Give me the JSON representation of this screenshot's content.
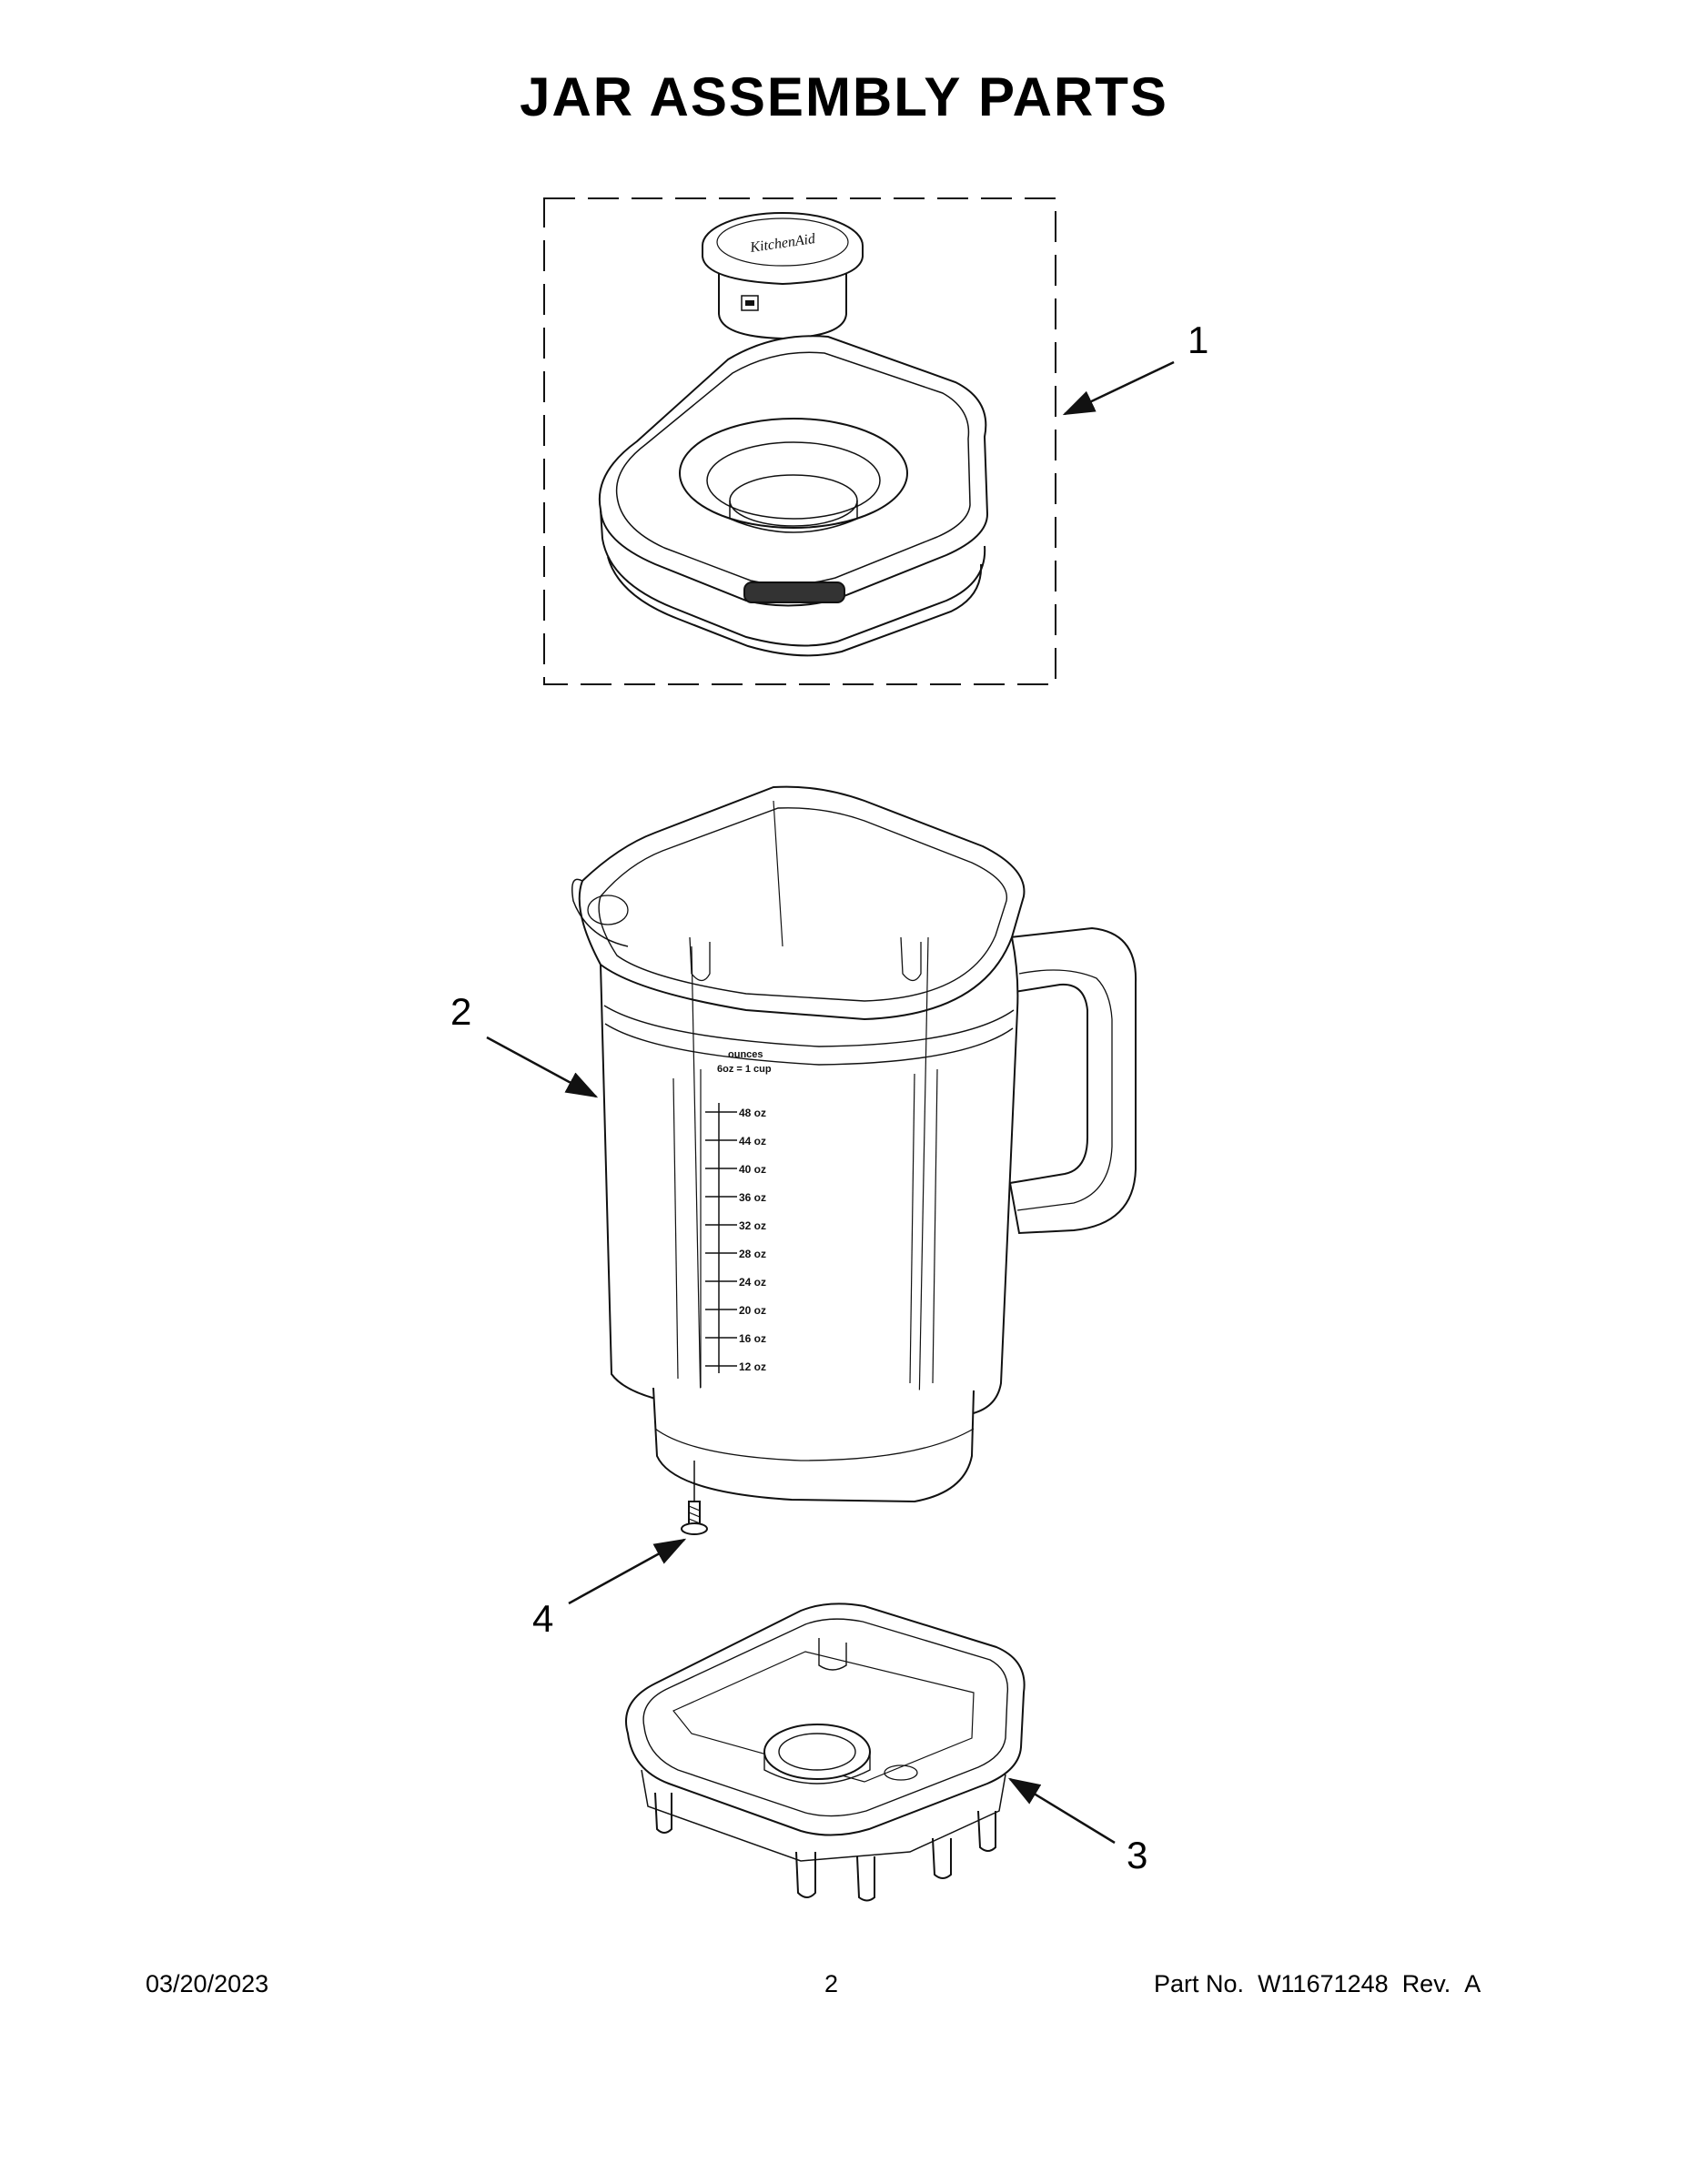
{
  "title": "JAR ASSEMBLY PARTS",
  "callouts": {
    "one": "1",
    "two": "2",
    "three": "3",
    "four": "4"
  },
  "jar_markings": {
    "header_line1": "ounces",
    "header_line2": "6oz = 1 cup",
    "graduations": [
      "48 oz",
      "44 oz",
      "40 oz",
      "36 oz",
      "32 oz",
      "28 oz",
      "24 oz",
      "20 oz",
      "16 oz",
      "12 oz"
    ]
  },
  "lid_cap_brand": "KitchenAid",
  "footer": {
    "date": "03/20/2023",
    "page": "2",
    "part_label": "Part No.",
    "part_number": "W11671248",
    "rev_label": "Rev.",
    "rev_value": "A"
  },
  "colors": {
    "line": "#111111",
    "light_line": "#555555",
    "background": "#ffffff"
  }
}
